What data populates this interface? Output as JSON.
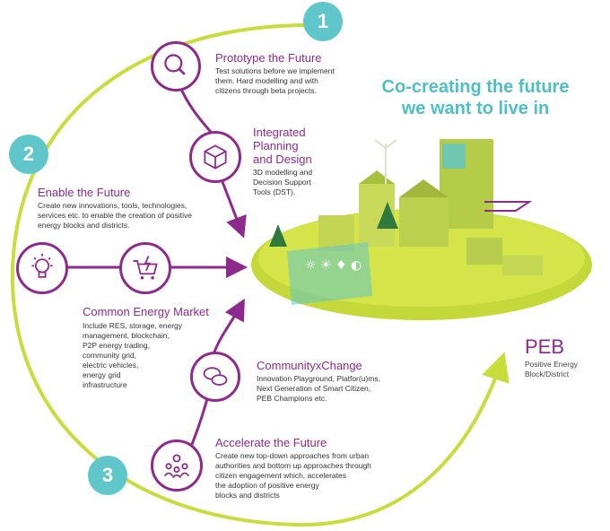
{
  "tagline": {
    "line1": "Co-creating the future",
    "line2": "we want to live in"
  },
  "badges": {
    "one": "1",
    "two": "2",
    "three": "3"
  },
  "items": [
    {
      "title": "Prototype the Future",
      "lines": [
        "Test solutions before we implement",
        "them. Hard modelling and with",
        "citizens through beta projects."
      ]
    },
    {
      "title_lines": [
        "Integrated",
        "Planning",
        "and Design"
      ],
      "lines": [
        "3D modelling and",
        "Decision Support",
        "Tools (DST)."
      ]
    },
    {
      "title": "Enable the Future",
      "lines": [
        "Create new innovations, tools, technologies,",
        "services etc. to enable the creation of positive",
        "energy blocks and districts."
      ]
    },
    {
      "title": "Common Energy Market",
      "lines": [
        "Include RES, storage, energy",
        "management, blockchain,",
        "P2P energy trading,",
        "community grid,",
        "electric vehicles,",
        "energy grid",
        "infrastructure"
      ]
    },
    {
      "title": "CommunityxChange",
      "lines": [
        "Innovation Playground, Platfor(u)ms,",
        "Next Generation of Smart Citizen,",
        "PEB Champions etc."
      ]
    },
    {
      "title": "Accelerate the Future",
      "lines": [
        "Create new top-down approaches from urban",
        "authorities and bottom up approaches through",
        "citizen engagement which, accelerates",
        "the adoption of positive energy",
        "blocks and districts"
      ]
    }
  ],
  "peb": {
    "title": "PEB",
    "sub1": "Positive Energy",
    "sub2": "Block/District"
  },
  "icons": [
    "magnifier-icon",
    "cube-icon",
    "lightbulb-icon",
    "energy-cart-icon",
    "chat-bubbles-icon",
    "community-people-icon"
  ],
  "colors": {
    "purple": "#8e2a8e",
    "teal": "#5fc6c9",
    "lime": "#c8dc3c"
  }
}
